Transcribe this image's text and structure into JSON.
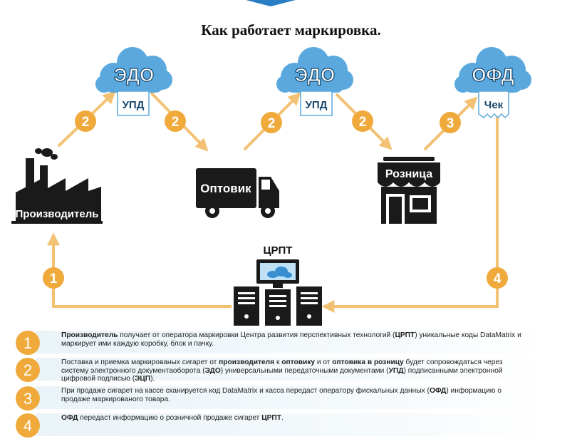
{
  "title": "Как работает маркировка.",
  "nodes": {
    "manufacturer": "Производитель",
    "wholesaler": "Оптовик",
    "retail": "Розница",
    "crpt": "ЦРПТ"
  },
  "clouds": {
    "edo1": "ЭДО",
    "edo2": "ЭДО",
    "ofd": "ОФД"
  },
  "docs": {
    "upd1": "УПД",
    "upd2": "УПД",
    "check": "Чек"
  },
  "step_badges": {
    "a": "2",
    "b": "2",
    "c": "2",
    "d": "2",
    "e": "3",
    "f": "1",
    "g": "4"
  },
  "legend": [
    {
      "num": "1",
      "html": "<b>Производитель</b> получает от оператора маркировки Центра развития перспективных технологий (<b>ЦРПТ</b>) уникальные коды DataMatrix и маркирует ими каждую коробку, блок и пачку."
    },
    {
      "num": "2",
      "html": "Поставка и приемка маркированых сигарет от <b>производителя</b> к <b>оптовику</b> и от <b>оптовика в розницу</b> будет сопровождаться через систему электронного документаоборота (<b>ЭДО</b>) универсальными передаточными документами (<b>УПД</b>) подписанными электронной цифровой подписью (<b>ЭЦП</b>)."
    },
    {
      "num": "3",
      "html": "При продаже сигарет на кассе сканируется код DataMatrix и касса передаст оператору фискальных данных (<b>ОФД</b>) информацию о продаже маркированого товара."
    },
    {
      "num": "4",
      "html": "<b>ОФД</b> передаст информацию о розничной продаже сигарет <b>ЦРПТ</b>."
    }
  ],
  "colors": {
    "arrow": "#f3c173",
    "badge": "#f0aa3c",
    "cloud": "#5aa8dd",
    "cloud_text": "#17466b",
    "icon": "#1a1a1a"
  }
}
